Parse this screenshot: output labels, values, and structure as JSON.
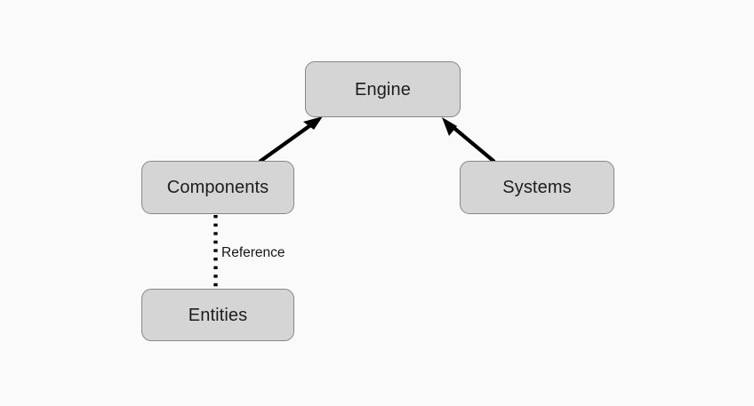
{
  "diagram": {
    "type": "node-edge-graph",
    "background_color": "#fafafa",
    "node_fill_color": "#d5d5d5",
    "node_border_color": "#878787",
    "edge_color": "#000000",
    "nodes": [
      {
        "id": "engine",
        "label": "Engine"
      },
      {
        "id": "components",
        "label": "Components"
      },
      {
        "id": "systems",
        "label": "Systems"
      },
      {
        "id": "entities",
        "label": "Entities"
      }
    ],
    "edges": [
      {
        "id": "components-to-engine",
        "from": "components",
        "to": "engine",
        "style": "solid",
        "arrow": "to",
        "label": ""
      },
      {
        "id": "systems-to-engine",
        "from": "systems",
        "to": "engine",
        "style": "solid",
        "arrow": "to",
        "label": ""
      },
      {
        "id": "components-to-entities",
        "from": "components",
        "to": "entities",
        "style": "dotted",
        "arrow": "none",
        "label": "Reference"
      }
    ]
  }
}
